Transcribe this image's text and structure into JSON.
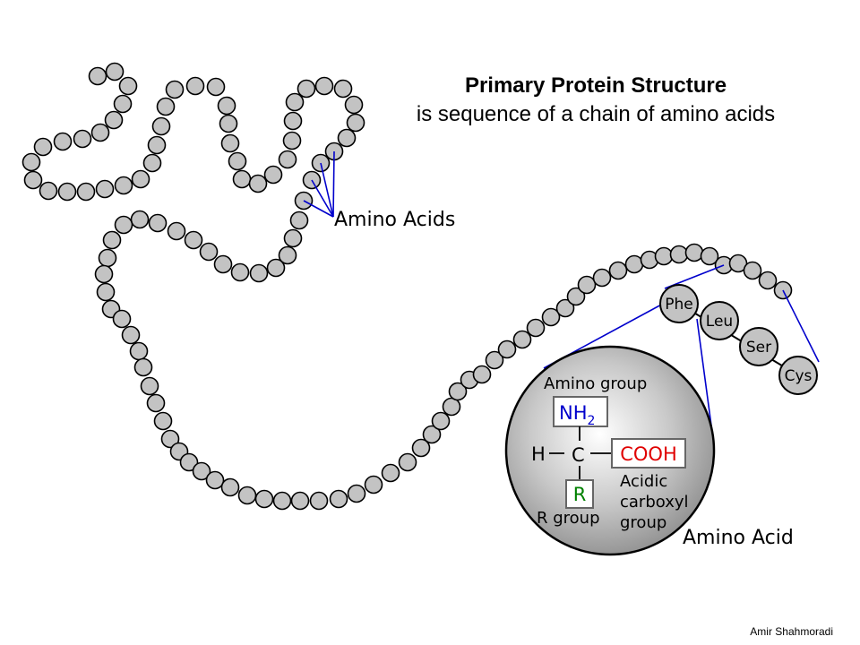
{
  "title": "Primary Protein Structure",
  "subtitle": "is sequence of a chain of amino acids",
  "chain_label": "Amino Acids",
  "residues": [
    "Phe",
    "Leu",
    "Ser",
    "Cys"
  ],
  "amino_acid": {
    "label": "Amino Acid",
    "amino_group_label": "Amino group",
    "nh2_base": "NH",
    "nh2_sub": "2",
    "hydrogen": "H",
    "carbon": "C",
    "cooh": "COOH",
    "r": "R",
    "r_group_label": "R group",
    "acidic_line1": "Acidic",
    "acidic_line2": "carboxyl",
    "acidic_line3": "group"
  },
  "credit": "Amir Shahmoradi",
  "colors": {
    "bead_fill": "#c3c3c3",
    "bead_stroke": "#000000",
    "pointer": "#0000cc",
    "nh2": "#0000cc",
    "cooh": "#e00000",
    "r_group": "#008000"
  }
}
